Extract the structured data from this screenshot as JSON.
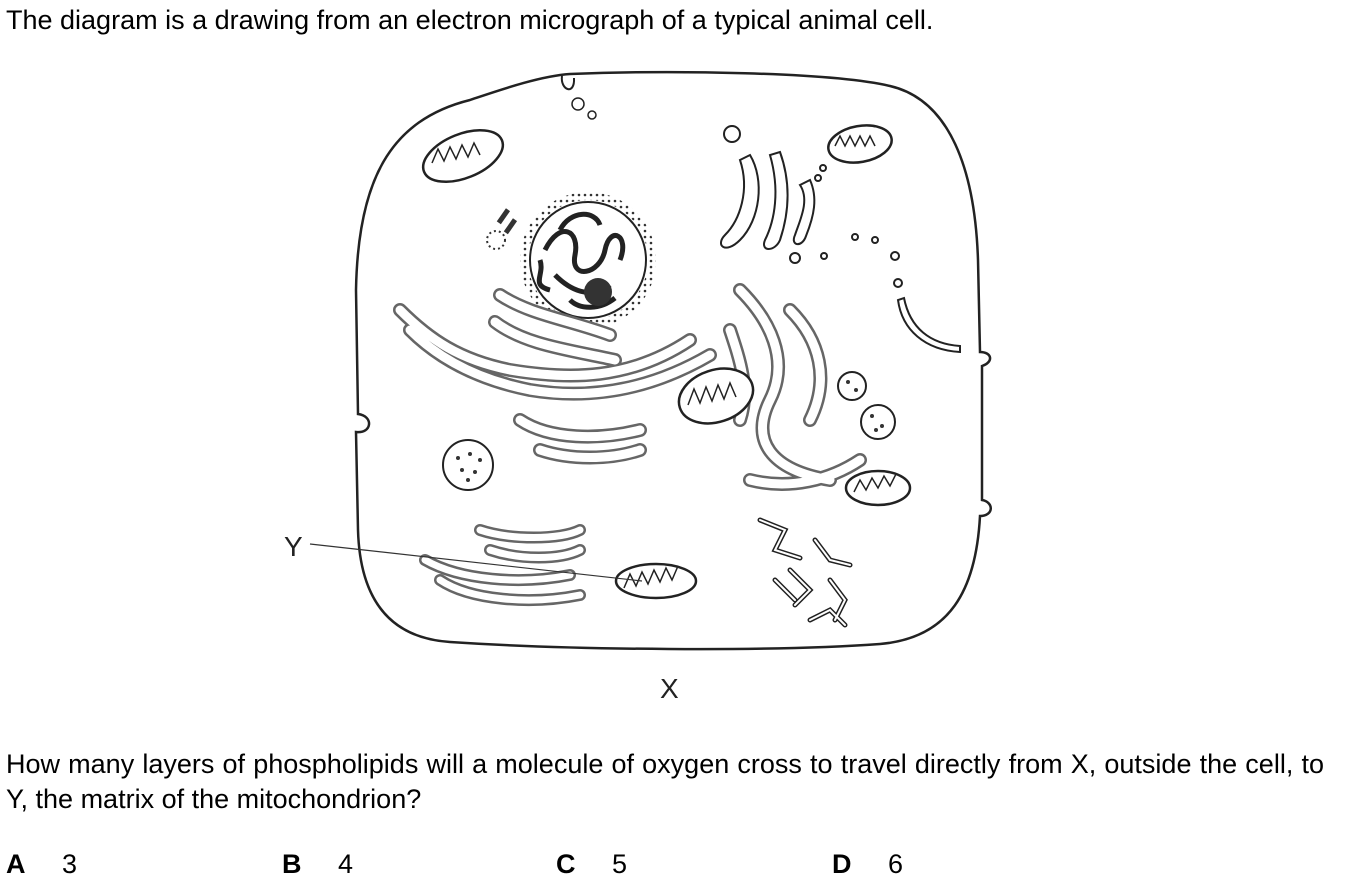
{
  "intro": "The diagram is a drawing from an electron micrograph of a typical animal cell.",
  "diagram": {
    "label_x": "X",
    "label_y": "Y"
  },
  "question": "How many layers of phospholipids will a molecule of oxygen cross to travel directly from X, outside the cell, to Y, the matrix of the mitochondrion?",
  "options": [
    {
      "letter": "A",
      "text": "3"
    },
    {
      "letter": "B",
      "text": "4"
    },
    {
      "letter": "C",
      "text": "5"
    },
    {
      "letter": "D",
      "text": "6"
    }
  ]
}
